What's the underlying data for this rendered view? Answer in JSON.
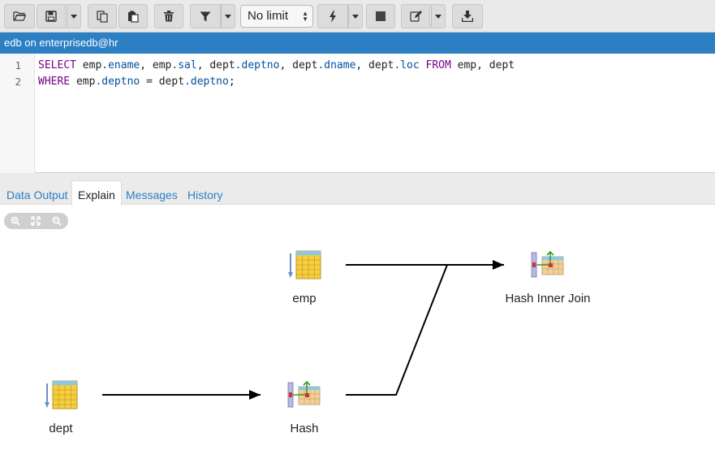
{
  "toolbar": {
    "limit_label": "No limit",
    "buttons": [
      "open-file-icon",
      "save-icon",
      "copy-icon",
      "paste-icon",
      "delete-icon",
      "filter-icon",
      "execute-icon",
      "stop-icon",
      "edit-icon",
      "download-icon"
    ]
  },
  "connection": {
    "label": "edb on enterprisedb@hr"
  },
  "editor": {
    "line_numbers": [
      "1",
      "2"
    ],
    "line1": {
      "t1": "SELECT",
      "t2": " emp",
      "t3": ".ename",
      "t4": ", emp",
      "t5": ".sal",
      "t6": ", dept",
      "t7": ".deptno",
      "t8": ", dept",
      "t9": ".dname",
      "t10": ", dept",
      "t11": ".loc",
      "t12": " FROM",
      "t13": " emp, dept"
    },
    "line2": {
      "t1": "WHERE",
      "t2": " emp",
      "t3": ".deptno",
      "t4": " = dept",
      "t5": ".deptno",
      "t6": ";"
    }
  },
  "tabs": [
    {
      "label": "Data Output"
    },
    {
      "label": "Explain"
    },
    {
      "label": "Messages"
    },
    {
      "label": "History"
    }
  ],
  "explain": {
    "nodes": {
      "emp": "emp",
      "hash_inner_join": "Hash Inner Join",
      "dept": "dept",
      "hash": "Hash"
    }
  },
  "colors": {
    "accent": "#2c7fc3",
    "keyword": "#770088",
    "property": "#00509d"
  }
}
